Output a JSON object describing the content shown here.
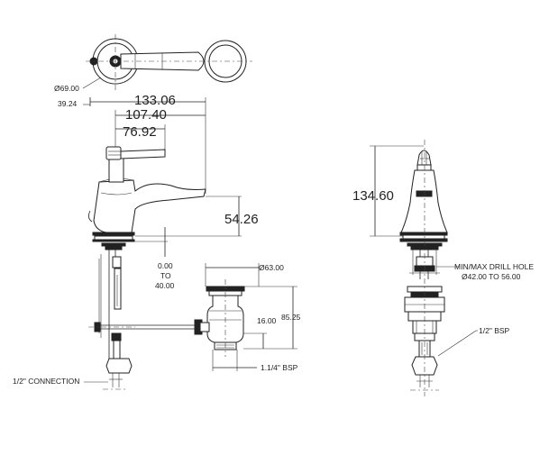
{
  "dimensions": {
    "top_diameter": "Ø69.00",
    "side_offset": "39.24",
    "overall_length": "133.06",
    "spout_reach": "107.40",
    "handle_length": "76.92",
    "spout_height": "54.26",
    "deck_thickness_min": "0.00",
    "deck_thickness_to": "TO",
    "deck_thickness_max": "40.00",
    "waste_diameter": "Ø63.00",
    "waste_inner_height": "16.00",
    "waste_height": "85.25",
    "waste_thread": "1.1/4\" BSP",
    "connection": "1/2\" CONNECTION",
    "total_height": "134.60",
    "drill_hole_label": "MIN/MAX DRILL HOLE",
    "drill_hole_range": "Ø42.00 TO 56.00",
    "supply_thread": "1/2\" BSP"
  }
}
